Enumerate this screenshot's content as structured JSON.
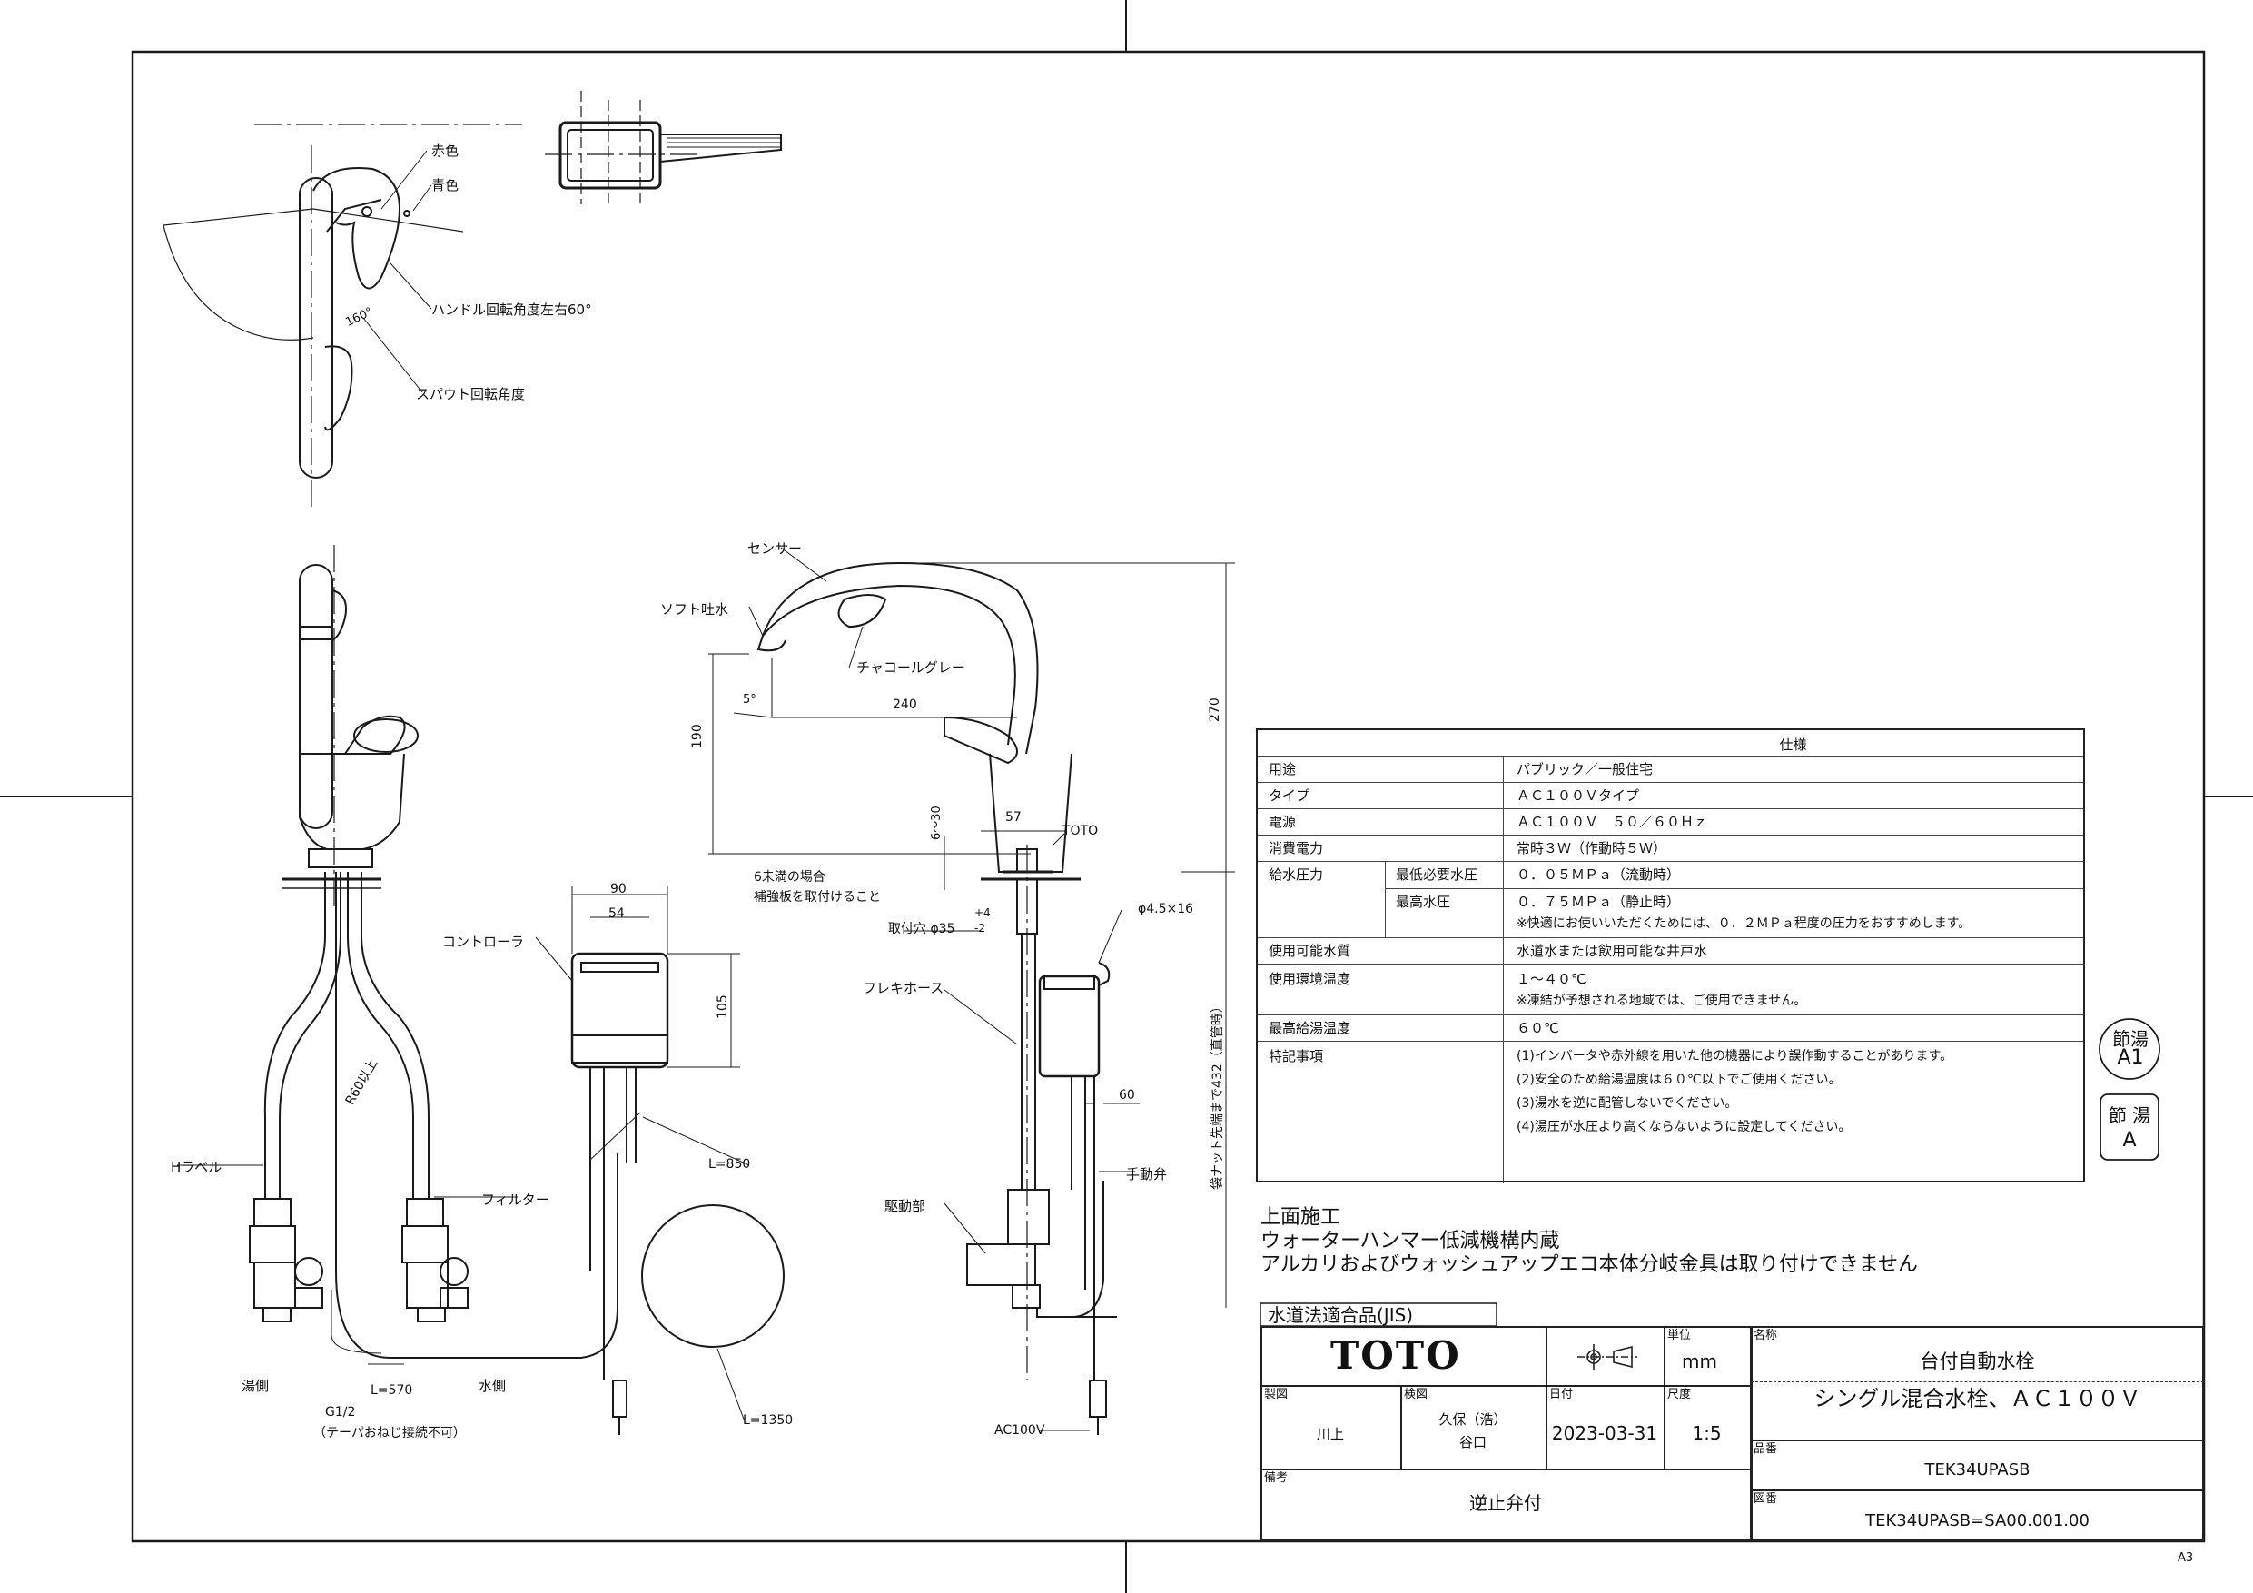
{
  "page": {
    "sheet_size": "A3"
  },
  "callouts": {
    "red": "赤色",
    "blue": "青色",
    "handle_rotation": "ハンドル回転角度左右60°",
    "angle_160": "160°",
    "spout_rotation": "スパウト回転角度",
    "sensor": "センサー",
    "soft_spout": "ソフト吐水",
    "charcoal_gray": "チャコールグレー",
    "toto_mark": "TOTO",
    "reinforce_1": "6未満の場合",
    "reinforce_2": "補強板を取付けること",
    "mounting_hole": "取付穴 φ35",
    "tol_plus": "+4",
    "tol_minus": "-2",
    "screw": "φ4.5×16",
    "controller": "コントローラ",
    "flex_hose": "フレキホース",
    "h_label": "Hラベル",
    "r60": "R60以上",
    "filter": "フィルター",
    "l850": "L=850",
    "l570": "L=570",
    "l1350": "L=1350",
    "hot_side": "湯側",
    "cold_side": "水側",
    "g12": "G1/2",
    "taper_note": "（テーパおねじ接続不可）",
    "drive_unit": "駆動部",
    "manual_valve": "手動弁",
    "ac100v": "AC100V",
    "bag_nut": "袋ナット先端まで432（直管時）"
  },
  "dimensions": {
    "d5": "5°",
    "d240": "240",
    "d190": "190",
    "d270": "270",
    "d57": "57",
    "d6_30": "6～30",
    "d90": "90",
    "d54": "54",
    "d105": "105",
    "d60": "60"
  },
  "spec": {
    "header": "仕様",
    "rows": [
      {
        "label": "用途",
        "value": "パブリック／一般住宅"
      },
      {
        "label": "タイプ",
        "value": "ＡＣ１００Ｖタイプ"
      },
      {
        "label": "電源",
        "value": "ＡＣ１００Ｖ　５０／６０Ｈｚ"
      },
      {
        "label": "消費電力",
        "value": "常時３Ｗ（作動時５Ｗ）"
      }
    ],
    "pressure": {
      "label": "給水圧力",
      "min_label": "最低必要水圧",
      "min_value": "０．０５ＭＰａ（流動時）",
      "max_label": "最高水圧",
      "max_value": "０．７５ＭＰａ（静止時）",
      "max_note": "※快適にお使いいただくためには、０．２ＭＰａ程度の圧力をおすすめします。"
    },
    "water_quality": {
      "label": "使用可能水質",
      "value": "水道水または飲用可能な井戸水"
    },
    "env_temp": {
      "label": "使用環境温度",
      "value": "１～４０℃",
      "note": "※凍結が予想される地域では、ご使用できません。"
    },
    "max_hot": {
      "label": "最高給湯温度",
      "value": "６０℃"
    },
    "notes": {
      "label": "特記事項",
      "items": [
        "(1)インバータや赤外線を用いた他の機器により誤作動することがあります。",
        "(2)安全のため給湯温度は６０℃以下でご使用ください。",
        "(3)湯水を逆に配管しないでください。",
        "(4)湯圧が水圧より高くならないように設定してください。"
      ]
    }
  },
  "badges": {
    "b1_top": "節湯",
    "b1_bottom": "A1",
    "b2_top": "節 湯",
    "b2_bottom": "A"
  },
  "remarks": [
    "上面施工",
    "ウォーターハンマー低減機構内蔵",
    "アルカリおよびウォッシュアップエコ本体分岐金具は取り付けできません"
  ],
  "title_block": {
    "certification": "水道法適合品(JIS)",
    "brand": "TOTO",
    "unit_label": "単位",
    "unit": "mm",
    "name_label": "名称",
    "name_line1": "台付自動水栓",
    "name_line2": "シングル混合水栓、ＡＣ１００Ｖ",
    "drawn_label": "製図",
    "drawn_by": "川上",
    "checked_label": "検図",
    "checked_by_1": "久保（浩）",
    "checked_by_2": "谷口",
    "date_label": "日付",
    "date": "2023-03-31",
    "scale_label": "尺度",
    "scale": "1:5",
    "part_label": "品番",
    "part_no": "TEK34UPASB",
    "remarks_label": "備考",
    "remarks_value": "逆止弁付",
    "drawing_label": "図番",
    "drawing_no": "TEK34UPASB=SA00.001.00"
  }
}
